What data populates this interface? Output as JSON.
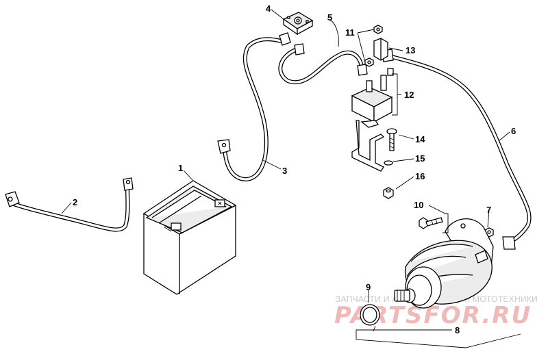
{
  "callouts": [
    "1",
    "2",
    "3",
    "4",
    "5",
    "6",
    "7",
    "8",
    "9",
    "10",
    "11",
    "12",
    "13",
    "14",
    "15",
    "16"
  ],
  "watermark": {
    "tagline": "ЗАПЧАСТИ И АКСЕССУАРЫ ДЛЯ МОТОТЕХНИКИ",
    "brand": "PARTSFOR.RU"
  }
}
